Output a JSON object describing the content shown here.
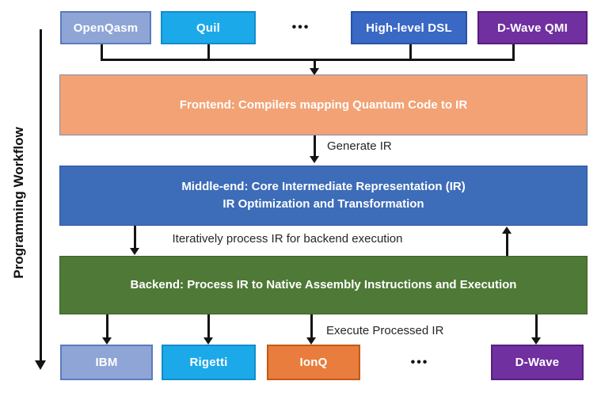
{
  "workflow_label": "Programming Workflow",
  "top_row": {
    "items": [
      {
        "label": "OpenQasm",
        "bg": "#8EA5D6",
        "border": "#5B7BBE"
      },
      {
        "label": "Quil",
        "bg": "#1BA9E9",
        "border": "#148CC9"
      },
      {
        "label": "High-level DSL",
        "bg": "#3968C5",
        "border": "#2A52A4"
      },
      {
        "label": "D-Wave QMI",
        "bg": "#7030A0",
        "border": "#571F80"
      }
    ],
    "ellipsis": "•••"
  },
  "stages": {
    "frontend": {
      "label": "Frontend: Compilers mapping Quantum Code to IR",
      "bg": "#F2A274",
      "border": "#7F8FAF"
    },
    "middle_end": {
      "line1": "Middle-end: Core Intermediate Representation (IR)",
      "line2": "IR Optimization and Transformation",
      "bg": "#3D6CB8",
      "border": "#2E55A0"
    },
    "backend": {
      "label": "Backend: Process IR to Native Assembly Instructions and Execution",
      "bg": "#4E7936",
      "border": "#3E6129"
    }
  },
  "edge_labels": {
    "generate_ir": "Generate IR",
    "iterative_process": "Iteratively process IR for backend execution",
    "execute_processed": "Execute Processed IR"
  },
  "bottom_row": {
    "items": [
      {
        "label": "IBM",
        "bg": "#8EA5D6",
        "border": "#5B7BBE"
      },
      {
        "label": "Rigetti",
        "bg": "#1BA9E9",
        "border": "#148CC9"
      },
      {
        "label": "IonQ",
        "bg": "#E87D3D",
        "border": "#C45A15"
      },
      {
        "label": "D-Wave",
        "bg": "#7030A0",
        "border": "#571F80"
      }
    ],
    "ellipsis": "•••"
  }
}
